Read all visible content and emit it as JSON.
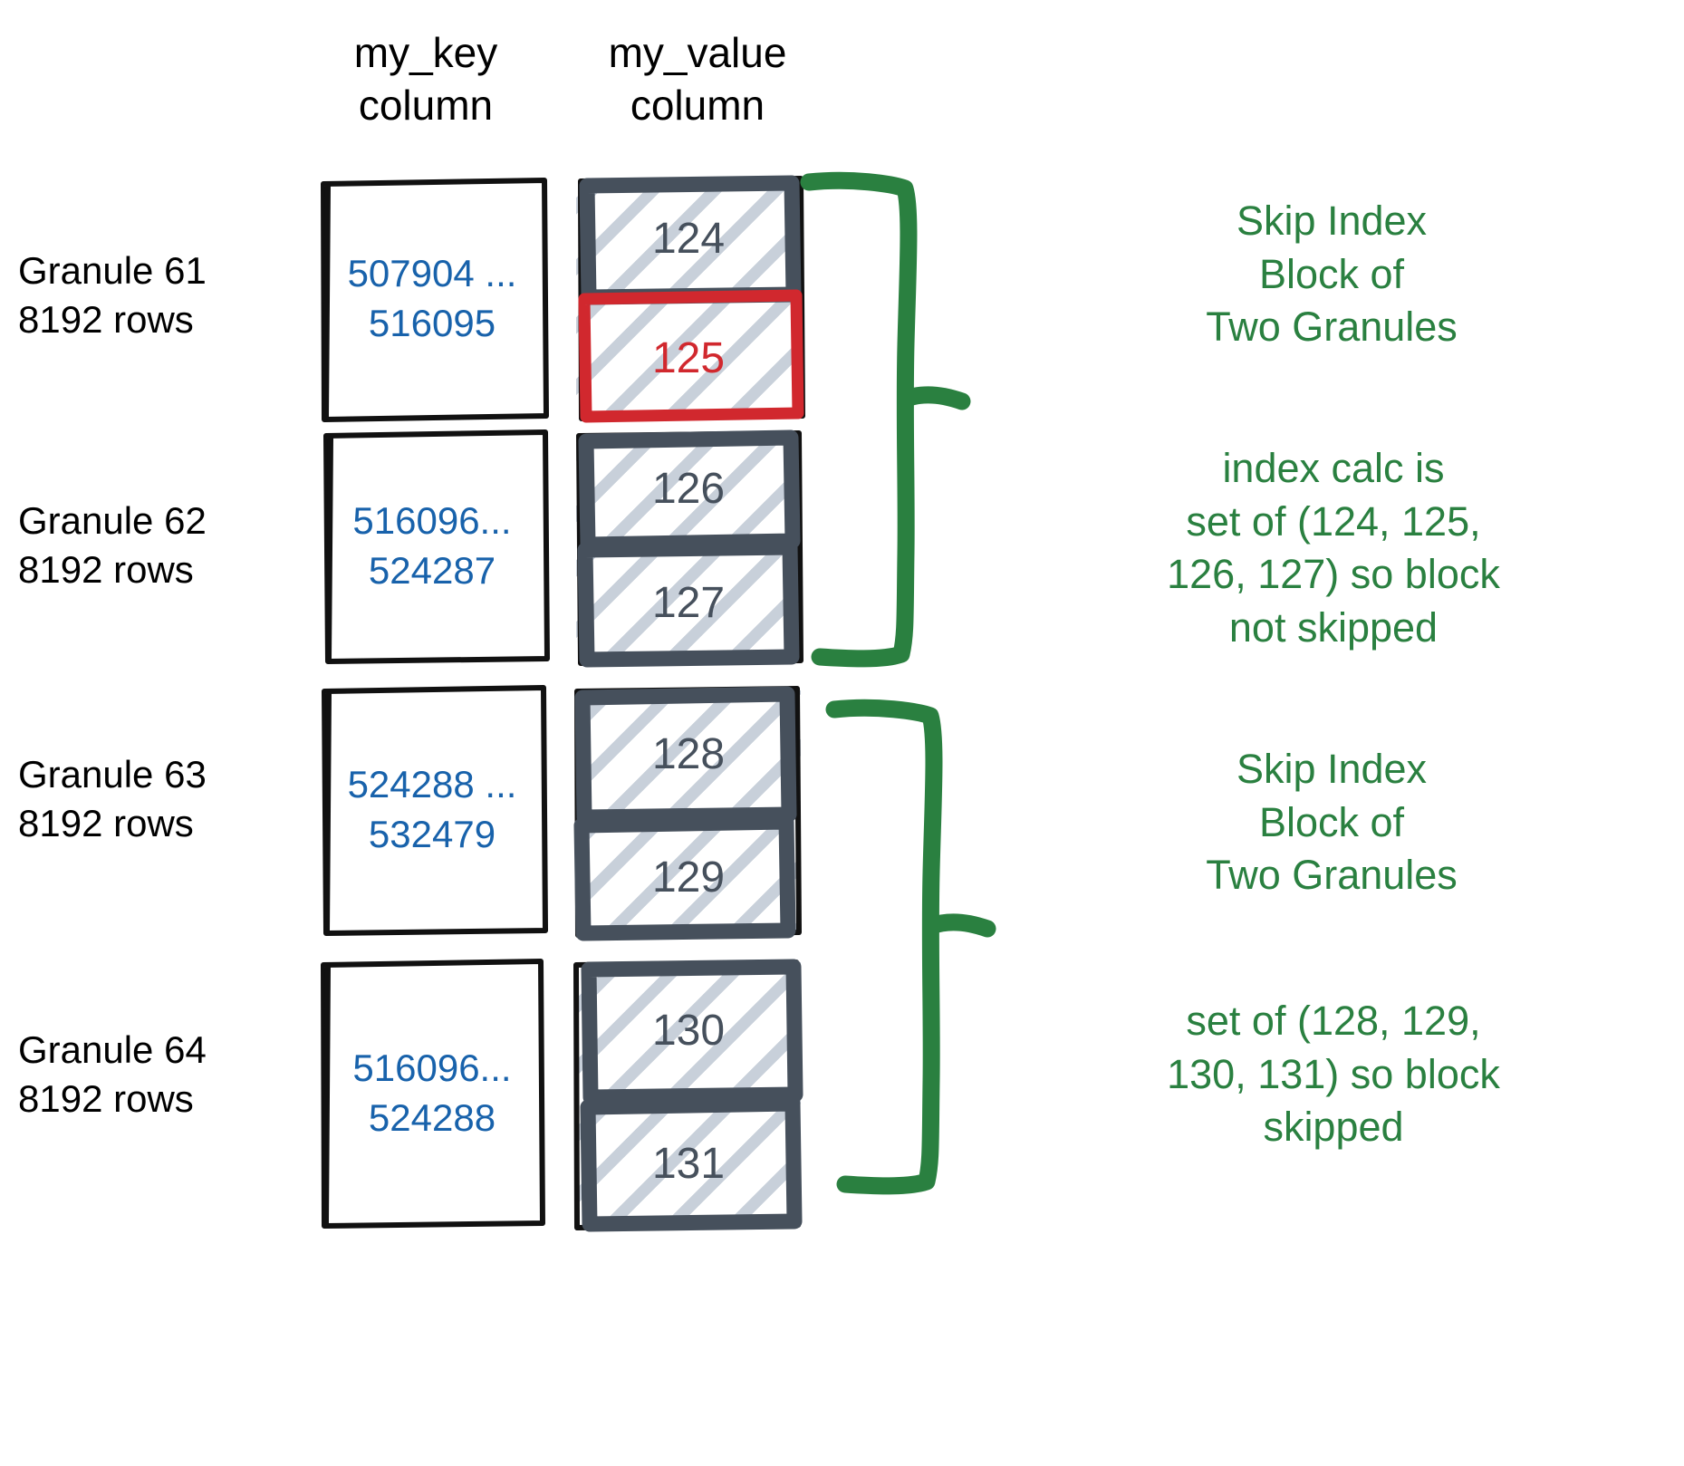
{
  "headers": {
    "key_column": "my_key\ncolumn",
    "value_column": "my_value\ncolumn"
  },
  "colors": {
    "key_text": "#1862ab",
    "value_text": "#46505c",
    "highlight": "#d1282e",
    "annotation": "#2a8040",
    "hatch": "#c5cdd8",
    "box_border": "#46505c"
  },
  "rows": [
    {
      "label": "Granule 61\n8192 rows",
      "key_range": "507904 ...\n516095",
      "values": [
        {
          "text": "124",
          "highlighted": false
        },
        {
          "text": "125",
          "highlighted": true
        }
      ]
    },
    {
      "label": "Granule 62\n8192 rows",
      "key_range": "516096...\n524287",
      "values": [
        {
          "text": "126",
          "highlighted": false
        },
        {
          "text": "127",
          "highlighted": false
        }
      ]
    },
    {
      "label": "Granule 63\n8192 rows",
      "key_range": "524288 ...\n532479",
      "values": [
        {
          "text": "128",
          "highlighted": false
        },
        {
          "text": "129",
          "highlighted": false
        }
      ]
    },
    {
      "label": "Granule 64\n8192 rows",
      "key_range": "516096...\n524288",
      "values": [
        {
          "text": "130",
          "highlighted": false
        },
        {
          "text": "131",
          "highlighted": false
        }
      ]
    }
  ],
  "annotations": [
    {
      "text": "Skip Index\nBlock of\nTwo Granules"
    },
    {
      "text": "index calc is\nset of (124, 125,\n126, 127) so block\nnot skipped"
    },
    {
      "text": "Skip Index\nBlock of\nTwo Granules"
    },
    {
      "text": "set of (128, 129,\n130, 131) so block\nskipped"
    }
  ]
}
